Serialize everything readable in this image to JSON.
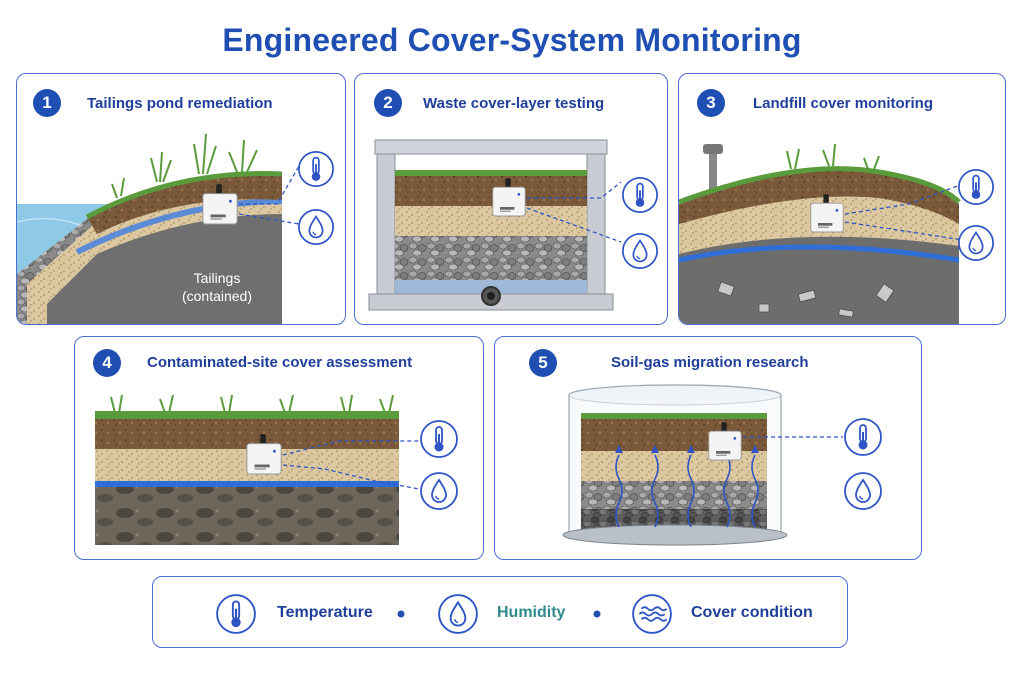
{
  "title": "Engineered Cover-System Monitoring",
  "panels": [
    {
      "number": "1",
      "title": "Tailings pond remediation",
      "annotation_line1": "Tailings",
      "annotation_line2": "(contained)"
    },
    {
      "number": "2",
      "title": "Waste cover-layer testing"
    },
    {
      "number": "3",
      "title": "Landfill cover monitoring"
    },
    {
      "number": "4",
      "title": "Contaminated-site cover assessment"
    },
    {
      "number": "5",
      "title": "Soil-gas migration research"
    }
  ],
  "legend": {
    "temperature": "Temperature",
    "humidity": "Humidity",
    "cover_condition": "Cover condition"
  },
  "colors": {
    "accent": "#1f4fb3",
    "topsoil": "#7a5a3a",
    "sand": "#d8c39a",
    "gravel": "#8d8d8d",
    "liner": "#2f6ed6",
    "grass": "#5a9b3c",
    "water": "#8ec9e6",
    "tailings": "#6f6f6f"
  }
}
